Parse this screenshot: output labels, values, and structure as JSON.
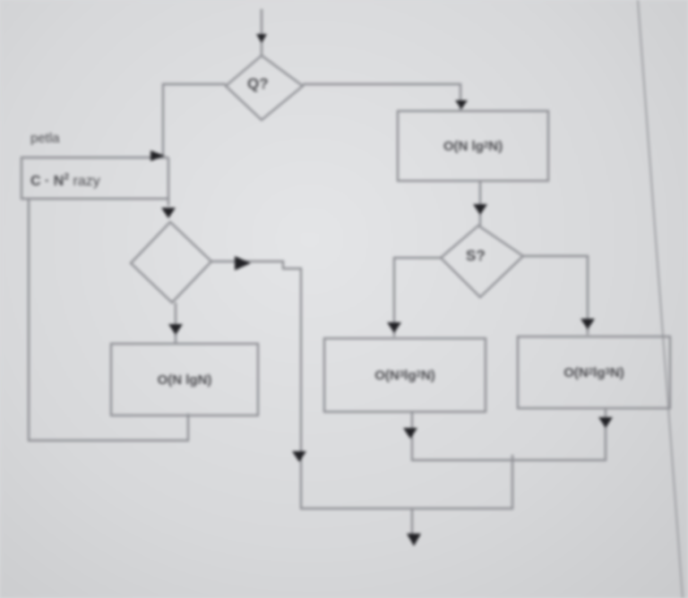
{
  "diagram": {
    "decision_top": "Q?",
    "decision_mid": "",
    "decision_right": "S?",
    "loop_label": "petla",
    "loop_count": {
      "prefix": "C · N",
      "exp": "2",
      "suffix": " razy"
    },
    "box_left": "O(N lgN)",
    "box_top_right": {
      "a": "O(N lg",
      "exp": "2",
      "b": "N)"
    },
    "box_bottom_mid": {
      "a": "O(N",
      "exp1": "3",
      "b": "lg",
      "exp2": "2",
      "c": "N)"
    },
    "box_bottom_right": {
      "a": "O(N",
      "exp1": "2",
      "b": "lg",
      "exp2": "3",
      "c": "N)"
    }
  },
  "colors": {
    "paper": "#d9dadc",
    "ink": "#4a4a4e",
    "arrow": "#222226"
  }
}
